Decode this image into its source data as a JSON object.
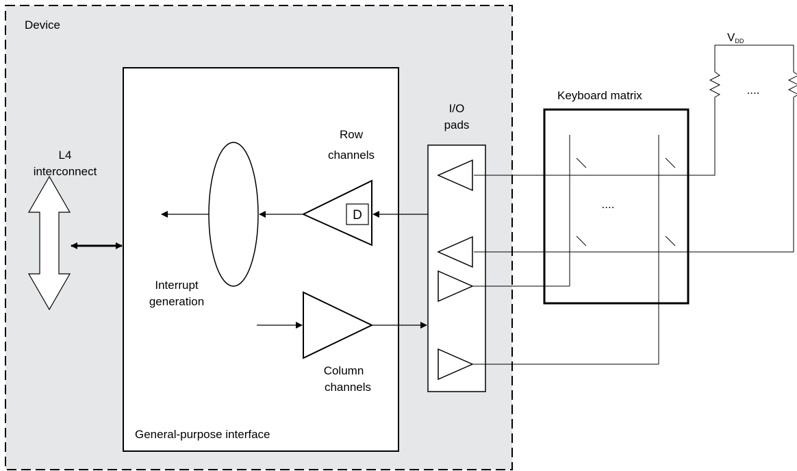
{
  "device": {
    "label": "Device"
  },
  "l4": {
    "line1": "L4",
    "line2": "interconnect"
  },
  "gpi": {
    "label": "General-purpose interface"
  },
  "interrupt": {
    "line1": "Interrupt",
    "line2": "generation"
  },
  "row_channels": {
    "line1": "Row",
    "line2": "channels",
    "debounce": "D"
  },
  "column_channels": {
    "line1": "Column",
    "line2": "channels"
  },
  "io_pads": {
    "line1": "I/O",
    "line2": "pads"
  },
  "keyboard": {
    "label": "Keyboard matrix",
    "ellipsis": "...."
  },
  "supply": {
    "v": "V",
    "sub": "DD",
    "ellipsis": "...."
  },
  "colors": {
    "device_fill": "#e6e7e8",
    "stroke": "#000000",
    "background": "#ffffff"
  }
}
